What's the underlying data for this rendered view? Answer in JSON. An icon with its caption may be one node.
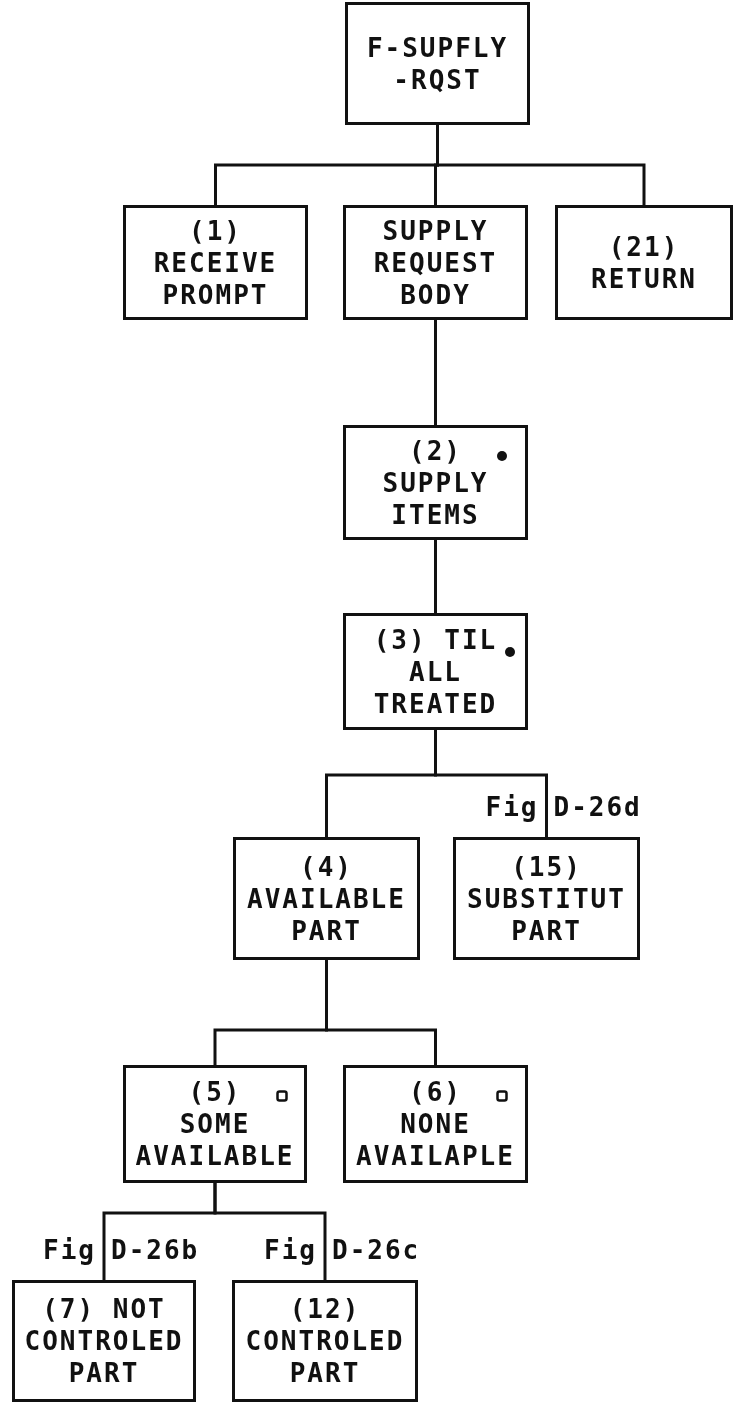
{
  "diagram": {
    "nodes": [
      {
        "text": [
          "F-SUPFLY -RQST"
        ]
      },
      {
        "text": [
          "(1) RECEIVE PROMPT"
        ]
      },
      {
        "text": [
          "SUPPLY REQUEST BODY"
        ]
      },
      {
        "text": [
          "(21) RETURN"
        ]
      },
      {
        "text": [
          "(2) SUPPLY ITEMS"
        ]
      },
      {
        "text": [
          "(3) TIL ALL TREATED"
        ]
      },
      {
        "text": [
          "(4) AVAILABLE PART"
        ]
      },
      {
        "text": [
          "(15) SUBSTITUT PART"
        ],
        "beside": [
          "Fig",
          "D-26d"
        ]
      },
      {
        "text": [
          "(5) SOME AVAILABLE"
        ]
      },
      {
        "text": [
          "(6) NONE AVAILAPLE"
        ]
      },
      {
        "text": [
          "(7) NOT CONTROLED PART"
        ],
        "beside": [
          "Fig",
          "D-26b"
        ]
      },
      {
        "text": [
          "(12) CONTROLED PART"
        ],
        "beside": [
          "Fig",
          "D-26c"
        ]
      }
    ],
    "edges": [
      {
        "from": 0,
        "to": 1,
        "arrow": "none"
      },
      {
        "from": 0,
        "to": 2,
        "arrow": "none"
      },
      {
        "from": 0,
        "to": 3,
        "arrow": "none"
      },
      {
        "from": 2,
        "to": 4,
        "arrow": "none"
      },
      {
        "from": 4,
        "to": 5,
        "arrow": "none"
      },
      {
        "from": 5,
        "to": 6,
        "arrow": "none"
      },
      {
        "from": 5,
        "to": 7,
        "arrow": "none"
      },
      {
        "from": 6,
        "to": 8,
        "arrow": "none"
      },
      {
        "from": 6,
        "to": 9,
        "arrow": "none"
      },
      {
        "from": 8,
        "to": 10,
        "arrow": "none"
      },
      {
        "from": 8,
        "to": 11,
        "arrow": "none"
      }
    ]
  }
}
